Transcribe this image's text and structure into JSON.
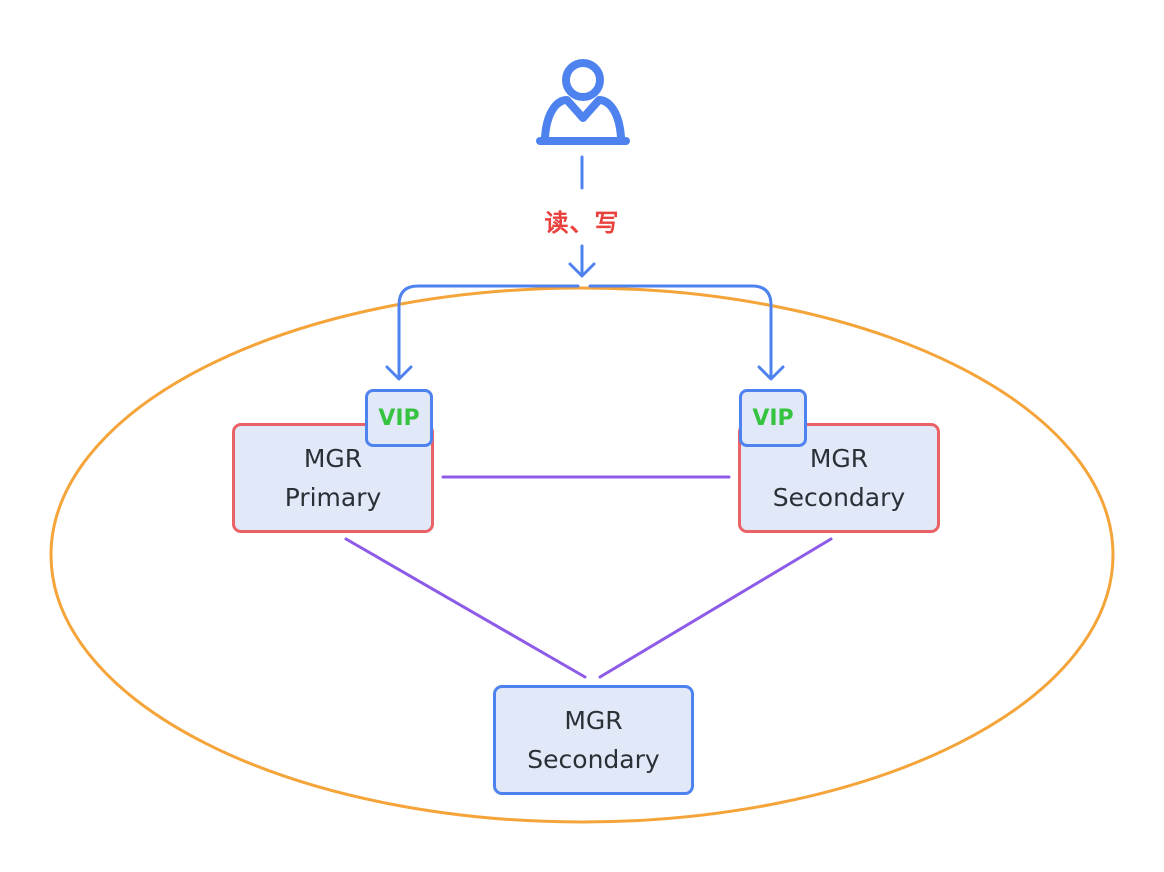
{
  "diagram": {
    "edge_label": "读、写",
    "vip_label": "VIP",
    "nodes": {
      "primary": {
        "line1": "MGR",
        "line2": "Primary"
      },
      "secondary_right": {
        "line1": "MGR",
        "line2": "Secondary"
      },
      "secondary_bottom": {
        "line1": "MGR",
        "line2": "Secondary"
      }
    }
  },
  "colors": {
    "user_icon": "#4e83ef",
    "flow_arrow": "#4e83ef",
    "cluster_ellipse": "#f5a43a",
    "replication_link": "#8e5be8",
    "node_fill": "#e1e9f9",
    "primary_border": "#e96366",
    "secondary_border": "#4e83ef",
    "vip_text": "#36c33f",
    "label_text": "#e8413e"
  },
  "icons": [
    "user-icon"
  ]
}
